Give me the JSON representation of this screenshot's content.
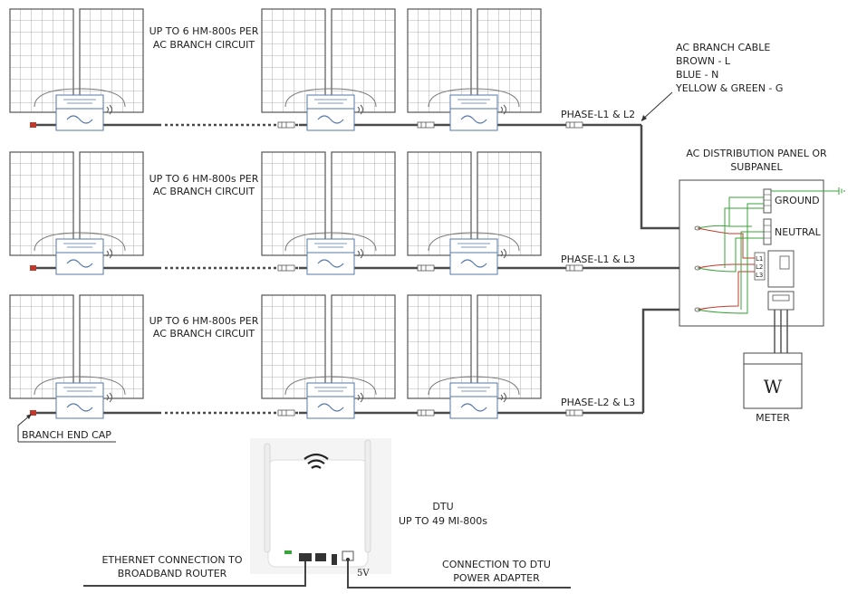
{
  "circuits": [
    {
      "label_line1": "UP TO 6 HM-800s PER",
      "label_line2": "AC BRANCH CIRCUIT",
      "phase": "PHASE-L1 & L2"
    },
    {
      "label_line1": "UP TO 6 HM-800s PER",
      "label_line2": "AC BRANCH CIRCUIT",
      "phase": "PHASE-L1 & L3"
    },
    {
      "label_line1": "UP TO 6 HM-800s PER",
      "label_line2": "AC BRANCH CIRCUIT",
      "phase": "PHASE-L2 & L3"
    }
  ],
  "ac_cable": {
    "title": "AC BRANCH CABLE",
    "brown": "BROWN - L",
    "blue": "BLUE - N",
    "yellow_green": "YELLOW & GREEN - G"
  },
  "panel": {
    "title_line1": "AC DISTRIBUTION PANEL OR",
    "title_line2": "SUBPANEL",
    "ground": "GROUND",
    "neutral": "NEUTRAL",
    "l1": "L1",
    "l2": "L2",
    "l3": "L3"
  },
  "meter": {
    "symbol": "W",
    "label": "METER"
  },
  "end_cap": {
    "label": "BRANCH END CAP"
  },
  "dtu": {
    "title": "DTU",
    "subtitle": "UP TO 49 MI-800s",
    "port_label": "5V"
  },
  "ethernet": {
    "line1": "ETHERNET CONNECTION TO",
    "line2": "BROADBAND ROUTER"
  },
  "power": {
    "line1": "CONNECTION TO DTU",
    "line2": "POWER ADAPTER"
  },
  "colors": {
    "line": "#4a4a4a",
    "green": "#3aa33a",
    "red": "#c0392b",
    "inverter_blue": "#5577aa"
  }
}
